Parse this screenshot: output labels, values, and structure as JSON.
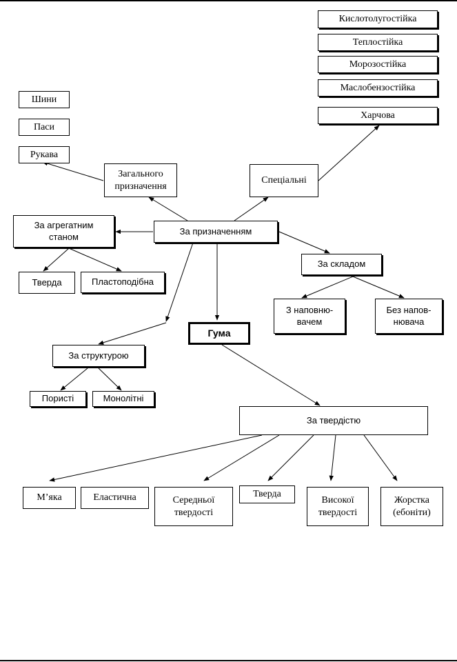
{
  "nodes": {
    "guma": "Гума",
    "za_pryznachenniam": "За призначенням",
    "zahalnoho": "Загального\nпризначення",
    "spetsialni": "Спеціальні",
    "shyny": "Шини",
    "pasy": "Паси",
    "rukava": "Рукава",
    "kyslotoluhostiika": "Кислотолугостійка",
    "teplostiika": "Теплостійка",
    "morozostiika": "Морозостійка",
    "maslobenzostiika": "Маслобензостійка",
    "kharchova": "Харчова",
    "za_ahrehatnym": "За агрегатним\nстаном",
    "tverda_a": "Тверда",
    "plastopodibna": "Пластоподібна",
    "za_skladom": "За складом",
    "z_napovniuvachem": "З наповню-\nвачем",
    "bez_napovniuvacha": "Без напов-\nнювача",
    "za_strukturoiu": "За структурою",
    "porysti": "Пористі",
    "monolitni": "Монолітні",
    "za_tverdistiu": "За твердістю",
    "miaka": "М’яка",
    "elastychna": "Еластична",
    "serednoi": "Середньої\nтвердості",
    "tverda_t": "Тверда",
    "vysokoi": "Високої\nтвердості",
    "zhorstka": "Жорстка\n(ебоніти)"
  }
}
